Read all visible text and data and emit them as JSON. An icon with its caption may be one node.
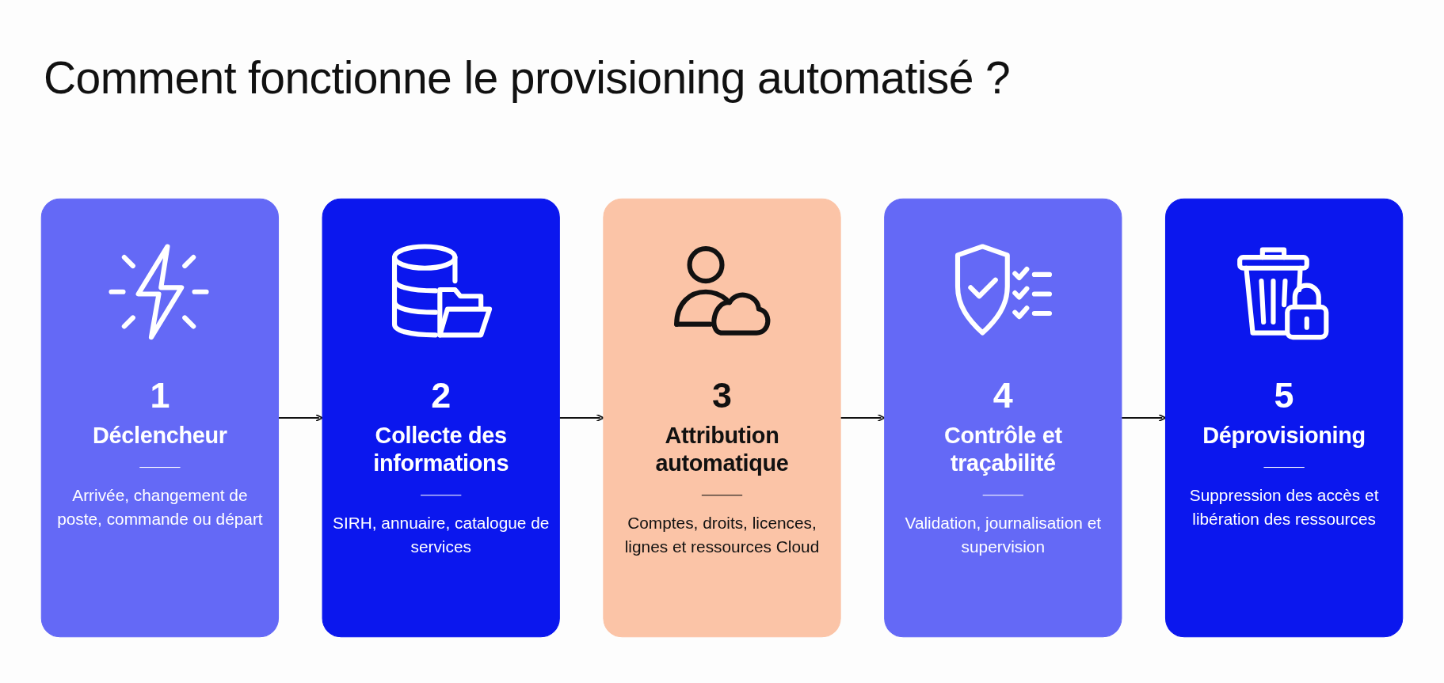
{
  "diagram": {
    "title": "Comment fonctionne le provisioning automatisé ?",
    "nodes": [
      {
        "text": [
          "1",
          "Déclencheur",
          "Arrivée, changement de poste, commande ou départ"
        ]
      },
      {
        "text": [
          "2",
          "Collecte des informations",
          "SIRH, annuaire, catalogue de services"
        ]
      },
      {
        "text": [
          "3",
          "Attribution automatique",
          "Comptes, droits, licences, lignes et ressources Cloud"
        ]
      },
      {
        "text": [
          "4",
          "Contrôle et traçabilité",
          "Validation, journalisation et supervision"
        ]
      },
      {
        "text": [
          "5",
          "Déprovisioning",
          "Suppression des accès et libération des ressources"
        ]
      }
    ],
    "edges": [
      {
        "from": 0,
        "to": 1,
        "arrow": "to"
      },
      {
        "from": 1,
        "to": 2,
        "arrow": "to"
      },
      {
        "from": 2,
        "to": 3,
        "arrow": "to"
      },
      {
        "from": 3,
        "to": 4,
        "arrow": "to"
      }
    ]
  }
}
